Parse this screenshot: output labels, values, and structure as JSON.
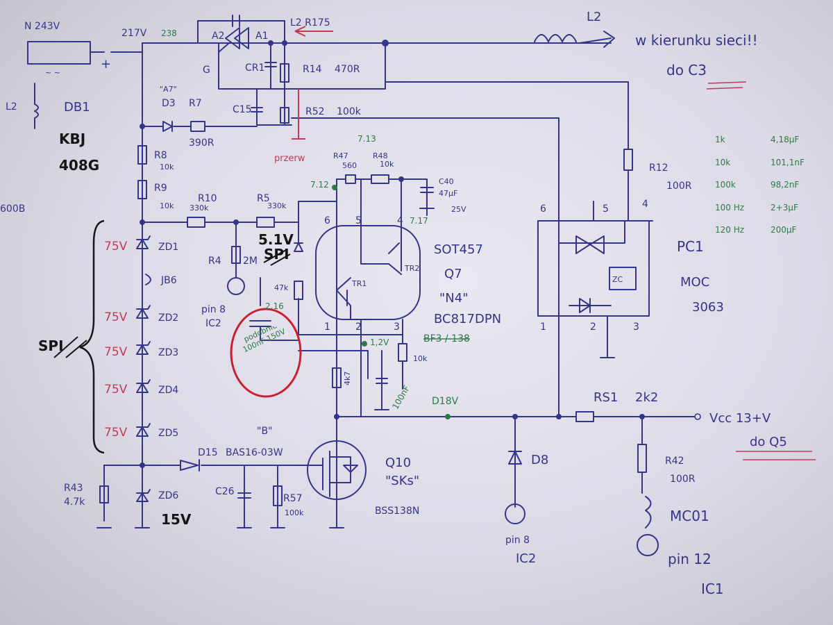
{
  "colors": {
    "ink": "#33358a",
    "green": "#2d7a45",
    "red": "#c43a56",
    "black": "#151515",
    "paper": "#e2e1ec"
  },
  "top": {
    "n_243v": "N 243V",
    "v217": "217V",
    "v238": "238",
    "l2_r175": "L2 R175",
    "l2": "L2",
    "w_kierunku": "w kierunku sieci!!",
    "do_c3": "do C3",
    "a2": "A2",
    "a1": "A1",
    "g": "G",
    "cr1": "CR1",
    "r14": "R14",
    "r14_val": "470R",
    "c15": "C15",
    "r52": "R52",
    "r52_val": "100k",
    "plus": "+",
    "tilde": "~ ~"
  },
  "left": {
    "l2": "L2",
    "db1": "DB1",
    "kbj": "KBJ",
    "kbj2": "408G",
    "v600": "600B",
    "a7": "\"A7\"",
    "d3": "D3",
    "r7": "R7",
    "r7_val": "390R",
    "r8": "R8",
    "r8_val": "10k",
    "r9": "R9",
    "r9_val": "10k",
    "r10": "R10",
    "r10_val": "330k",
    "r5": "R5",
    "r5_val": "330k",
    "zd": [
      {
        "v": "75V",
        "n": "ZD1"
      },
      {
        "v": "75V",
        "n": "ZD2"
      },
      {
        "v": "75V",
        "n": "ZD3"
      },
      {
        "v": "75V",
        "n": "ZD4"
      },
      {
        "v": "75V",
        "n": "ZD5"
      }
    ],
    "jb6": "JB6",
    "spi": "SPI",
    "r43": "R43",
    "r43_val": "4.7k",
    "zd6": "ZD6",
    "v15": "15V"
  },
  "middle": {
    "przerw": "przerw",
    "r47": "R47",
    "r47_val": "560",
    "r48": "R48",
    "r48_val": "10k",
    "v713": "7.13",
    "v712": "7.12",
    "v717": "7.17",
    "c40": "C40",
    "c40_val": "47μF",
    "c40_v": "25V",
    "v51": "5.1V",
    "spi": "SPI",
    "r4": "R4",
    "r4_val": "2M",
    "r_47k": "47k",
    "pin8": "pin 8",
    "ic2": "IC2",
    "v216": "2,16",
    "green_cap": "podobnie 100nF 150V",
    "v12": "1,2V",
    "r_4k7": "4k7",
    "c_100nf": "100nF",
    "r_10k": "10k",
    "d18v": "D18V",
    "b": "\"B\"",
    "d15": "D15",
    "d15_part": "BAS16-03W",
    "c26": "C26",
    "r57": "R57",
    "r57_val": "100k"
  },
  "q7": {
    "pins_top": [
      "6",
      "5",
      "4"
    ],
    "pins_bot": [
      "1",
      "2",
      "3"
    ],
    "tr1": "TR1",
    "tr2": "TR2",
    "pkg": "SOT457",
    "name": "Q7",
    "code": "\"N4\"",
    "part": "BC817DPN",
    "struck": "BF3 / 138"
  },
  "q10": {
    "name": "Q10",
    "code": "\"SKs\"",
    "part": "BSS138N"
  },
  "right": {
    "r12": "R12",
    "r12_val": "100R",
    "pc1": "PC1",
    "moc": "MOC",
    "moc_num": "3063",
    "pins": [
      "6",
      "5",
      "4",
      "1",
      "2",
      "3"
    ],
    "zero": "ZC",
    "rs1": "RS1",
    "rs1_val": "2k2",
    "vcc": "Vcc 13+V",
    "do_q5": "do Q5",
    "d8": "D8",
    "pin8": "pin 8",
    "ic2": "IC2",
    "r42": "R42",
    "r42_val": "100R",
    "mc01": "MC01",
    "pin12": "pin 12",
    "ic1": "IC1"
  },
  "green_table": {
    "rows": [
      [
        "1k",
        "4,18μF"
      ],
      [
        "10k",
        "101,1nF"
      ],
      [
        "100k",
        "98,2nF"
      ],
      [
        "100 Hz",
        "2+3μF"
      ],
      [
        "120 Hz",
        "200μF"
      ]
    ]
  }
}
